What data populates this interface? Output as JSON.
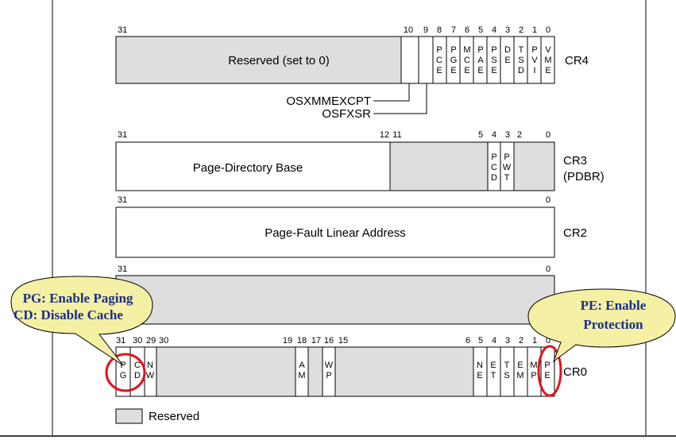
{
  "colors": {
    "reserved_fill": "#dedede",
    "field_fill": "#ffffff",
    "border": "#000000",
    "callout_fill": "#f4f0a4",
    "callout_text": "#1a2e8a",
    "highlight": "#e0141e"
  },
  "cr4": {
    "name": "CR4",
    "reserved_label": "Reserved (set to 0)",
    "bits": [
      {
        "num": "31"
      },
      {
        "num": "10"
      },
      {
        "num": "9"
      },
      {
        "num": "8"
      },
      {
        "num": "7"
      },
      {
        "num": "6"
      },
      {
        "num": "5"
      },
      {
        "num": "4"
      },
      {
        "num": "3"
      },
      {
        "num": "2"
      },
      {
        "num": "1"
      },
      {
        "num": "0"
      }
    ],
    "flags": [
      "PCE",
      "PGE",
      "MCE",
      "PAE",
      "PSE",
      "DE",
      "TSD",
      "PVI",
      "VME"
    ],
    "pointers": [
      "OSXMMEXCPT",
      "OSFXSR"
    ]
  },
  "cr3": {
    "name": "CR3",
    "alt_name": "(PDBR)",
    "field_label": "Page-Directory Base",
    "bits": [
      {
        "num": "31"
      },
      {
        "num": "12"
      },
      {
        "num": "11"
      },
      {
        "num": "5"
      },
      {
        "num": "4"
      },
      {
        "num": "3"
      },
      {
        "num": "2"
      },
      {
        "num": "0"
      }
    ],
    "flags": [
      "PCD",
      "PWT"
    ]
  },
  "cr2": {
    "name": "CR2",
    "field_label": "Page-Fault Linear Address",
    "bits": [
      {
        "num": "31"
      },
      {
        "num": "0"
      }
    ]
  },
  "cr1": {
    "bits": [
      {
        "num": "31"
      },
      {
        "num": "0"
      }
    ]
  },
  "cr0": {
    "name": "CR0",
    "bits": [
      {
        "num": "31"
      },
      {
        "num": "30"
      },
      {
        "num": "29"
      },
      {
        "num": "30"
      },
      {
        "num": "19"
      },
      {
        "num": "18"
      },
      {
        "num": "17"
      },
      {
        "num": "16"
      },
      {
        "num": "15"
      },
      {
        "num": "6"
      },
      {
        "num": "5"
      },
      {
        "num": "4"
      },
      {
        "num": "3"
      },
      {
        "num": "2"
      },
      {
        "num": "1"
      },
      {
        "num": "0"
      }
    ],
    "flags": [
      "PG",
      "CD",
      "NW",
      "AM",
      "WP",
      "NE",
      "ET",
      "TS",
      "EM",
      "MP",
      "PE"
    ]
  },
  "callouts": {
    "left": [
      "PG: Enable Paging",
      "CD: Disable Cache"
    ],
    "right": [
      "PE: Enable",
      "Protection"
    ]
  },
  "legend": {
    "label": "Reserved"
  }
}
